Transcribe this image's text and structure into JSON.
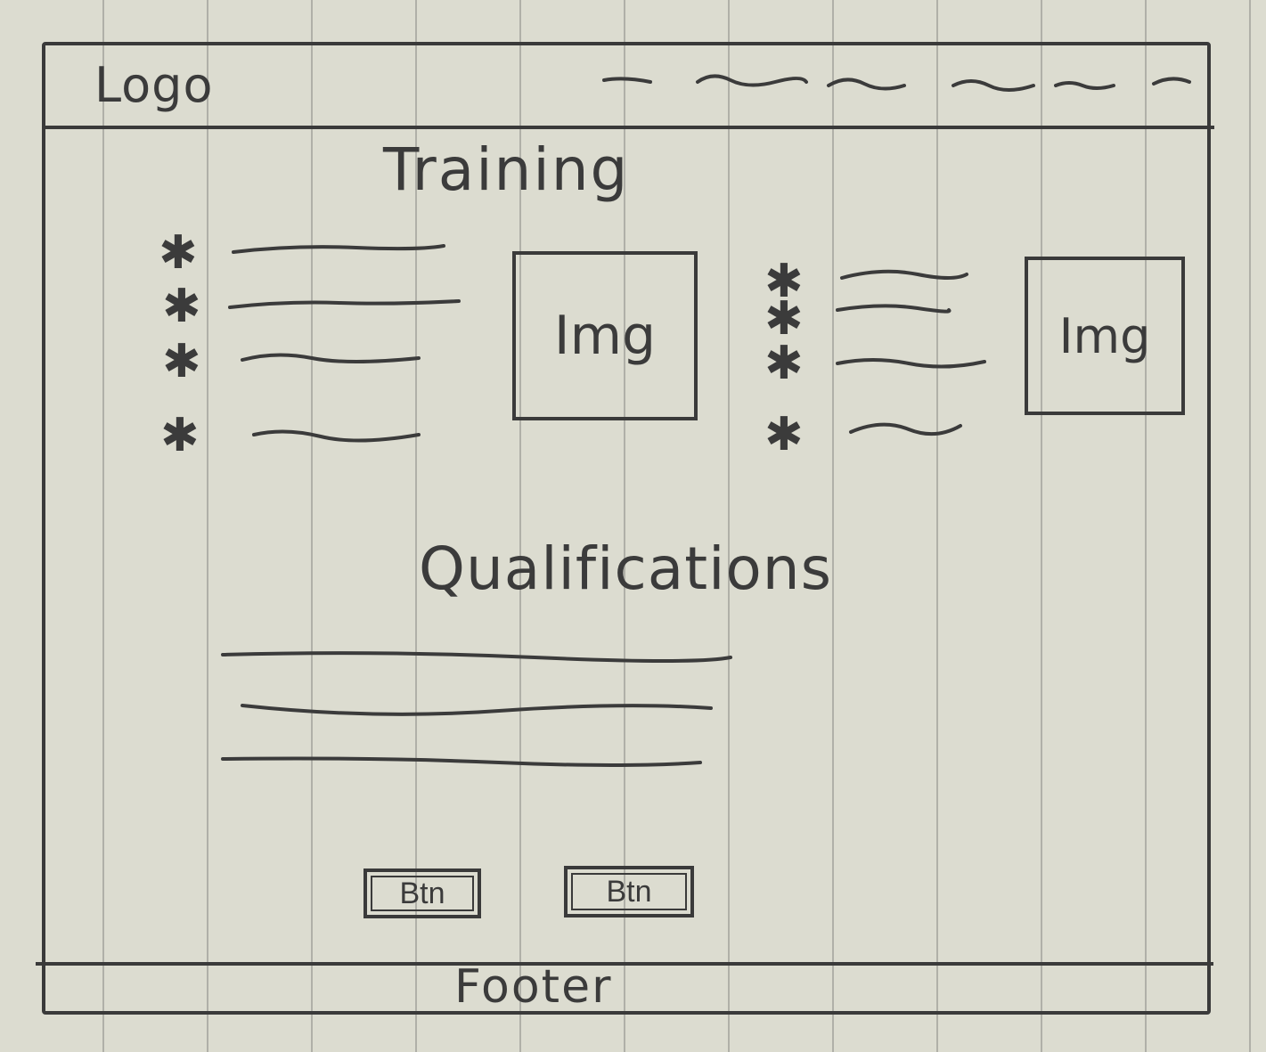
{
  "header": {
    "logo": "Logo"
  },
  "training": {
    "title": "Training",
    "image_left_label": "Img",
    "image_right_label": "Img"
  },
  "qualifications": {
    "title": "Qualifications"
  },
  "buttons": [
    {
      "label": "Btn"
    },
    {
      "label": "Btn"
    }
  ],
  "footer": {
    "label": "Footer"
  },
  "colors": {
    "paper": "#dcdcd0",
    "ink": "#3a3a3a",
    "ruling": "#8c8c87"
  }
}
